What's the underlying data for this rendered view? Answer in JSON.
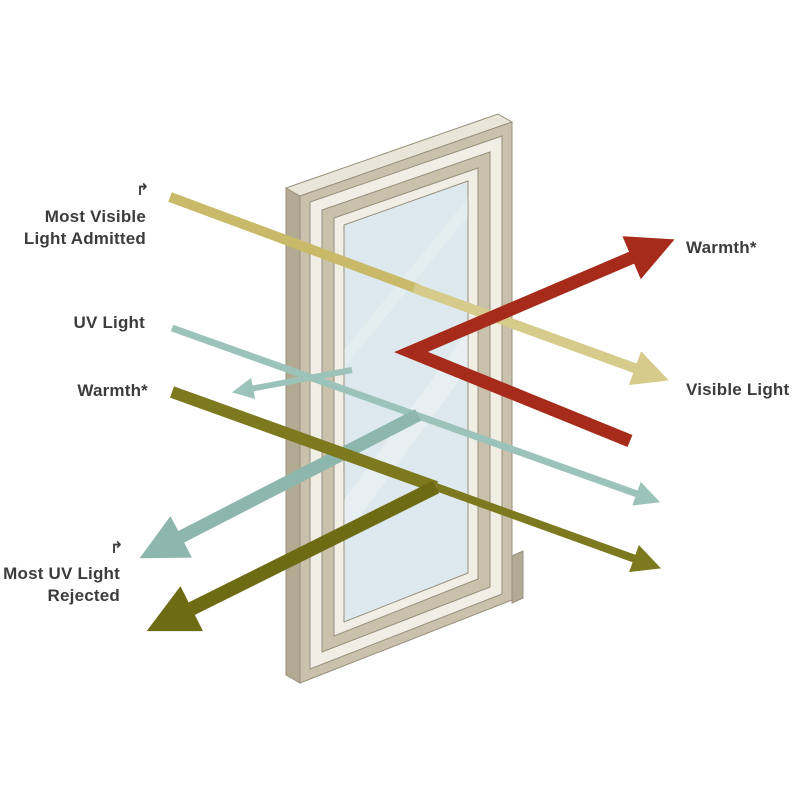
{
  "labels": {
    "most_visible_light": [
      "Most Visible",
      "Light Admitted"
    ],
    "uv_light": "UV Light",
    "warmth_left": "Warmth*",
    "most_uv_light": [
      "Most UV Light",
      "Rejected"
    ],
    "warmth_right": "Warmth*",
    "visible_light": "Visible Light"
  },
  "icons": {
    "redirect_arrow": "↱"
  },
  "colors": {
    "text": "#3c3c3c",
    "visible_light_in": "#c8ba68",
    "visible_light_out": "#d7cb8b",
    "uv_light": "#9cc3ba",
    "uv_rejected": "#8db6ad",
    "warmth_in": "#7c791f",
    "warmth_rejected": "#6e6b15",
    "warmth_reflected": "#a62b1a",
    "frame_front": "#cac1ad",
    "frame_side": "#b3aa94",
    "frame_top": "#e9e5d8",
    "frame_trim": "#f1eee6",
    "frame_outline": "#97907c",
    "glass": "#dde9ee"
  }
}
